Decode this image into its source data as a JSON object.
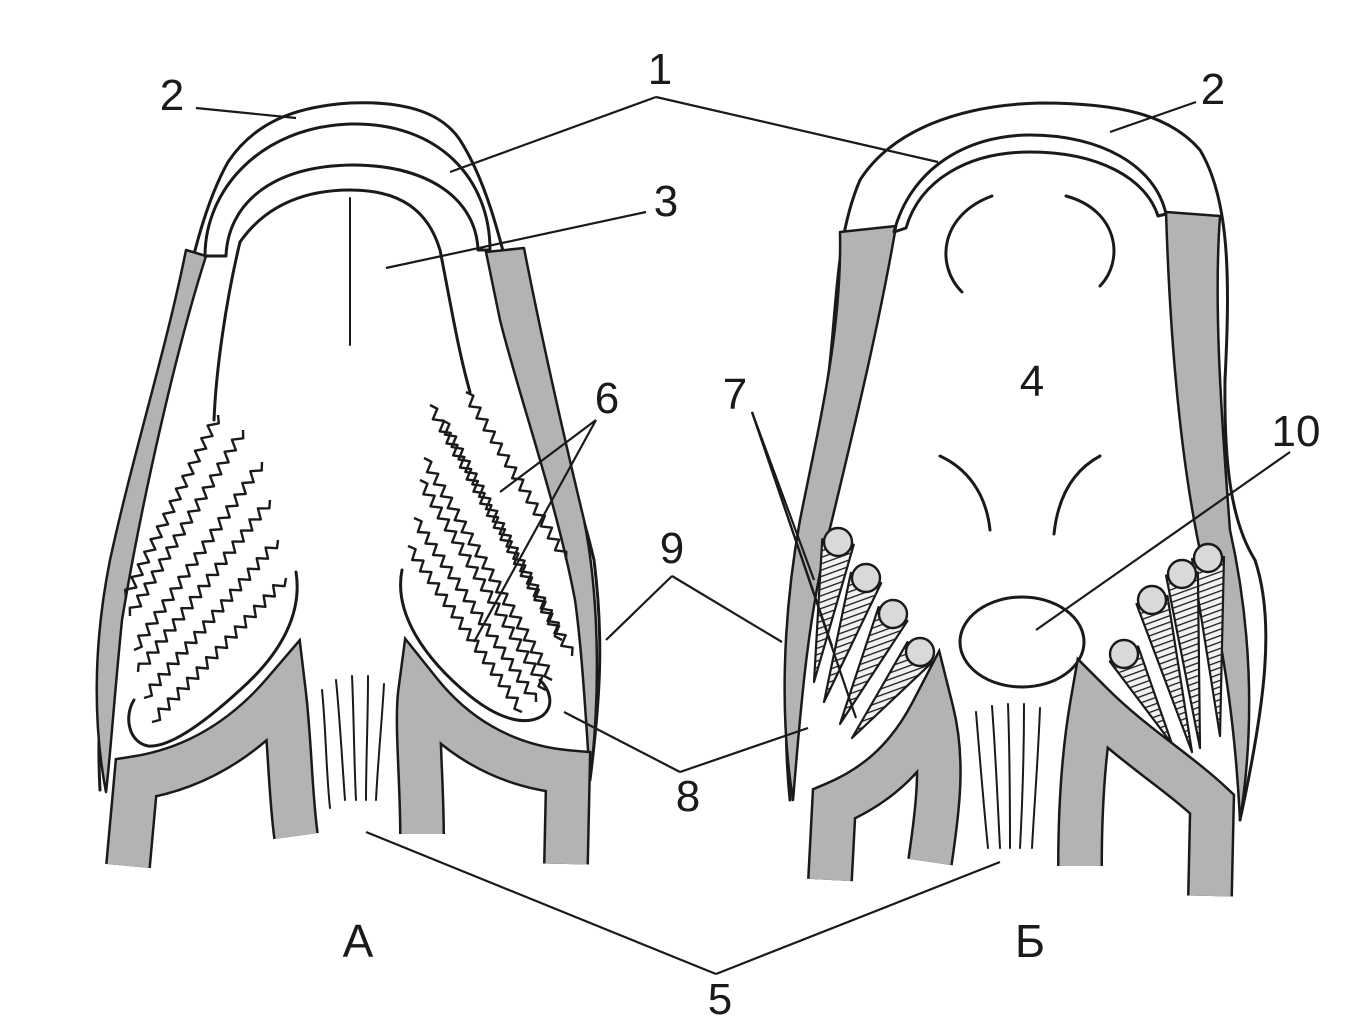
{
  "labels": {
    "l1": "1",
    "l2_left": "2",
    "l2_right": "2",
    "l3": "3",
    "l4": "4",
    "l5": "5",
    "l6": "6",
    "l7": "7",
    "l8": "8",
    "l9": "9",
    "l10": "10",
    "panel_a": "А",
    "panel_b": "Б"
  },
  "colors": {
    "structure_gray": "#b3b3b3",
    "outline": "#1a1a1a",
    "background": "#ffffff"
  }
}
